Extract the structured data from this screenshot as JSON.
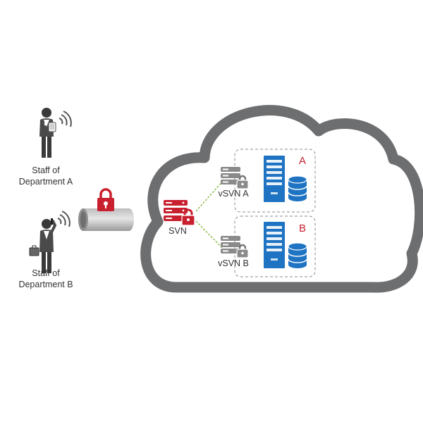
{
  "staff": [
    {
      "line1": "Staff of",
      "line2": "Department A"
    },
    {
      "line1": "Staff of",
      "line2": "Department B"
    }
  ],
  "svn_label": "SVN",
  "vsvn_a_label": "vSVN A",
  "vsvn_b_label": "vSVN B",
  "zone_a_letter": "A",
  "zone_b_letter": "B",
  "colors": {
    "accent_red": "#c8202e",
    "server_blue": "#1e73c2",
    "cloud_gray": "#6d6e70",
    "server_gray": "#8a8a8a",
    "link_green": "#7fb33a",
    "zone_border": "#8c8c8c",
    "text": "#333333"
  },
  "icons": {
    "person_a": "person-with-wireless-icon",
    "person_b": "person-with-phone-icon",
    "tunnel": "secure-tunnel-pipe-icon",
    "svn": "svn-server-lock-icon",
    "vsvn": "virtual-server-lock-icon",
    "tower": "server-tower-icon",
    "database": "database-icon"
  }
}
